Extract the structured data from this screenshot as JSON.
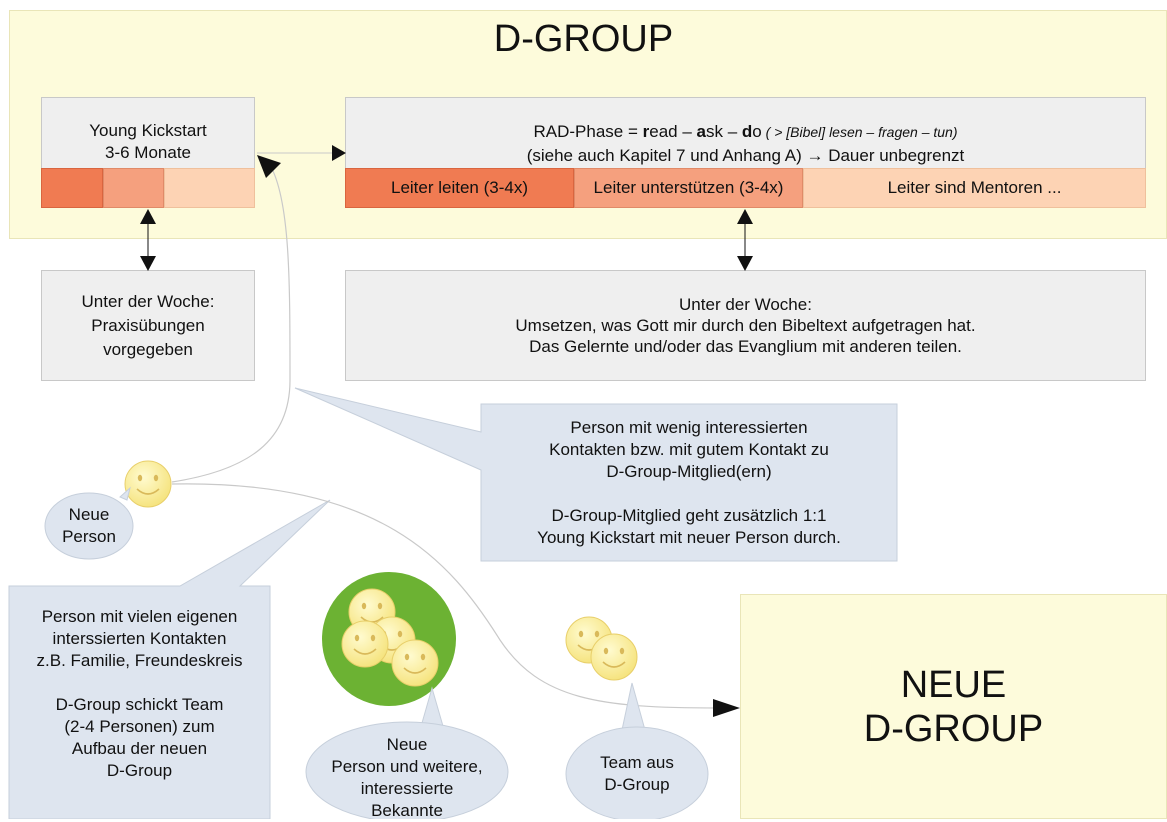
{
  "title": "D-GROUP",
  "young_kickstart": {
    "line1": "Young Kickstart",
    "line2": "3-6 Monate"
  },
  "rad_phase": {
    "line1_prefix": "RAD-Phase = ",
    "read_bold": "r",
    "read_rest": "ead",
    "dash1": " – ",
    "ask_bold": "a",
    "ask_rest": "sk",
    "dash2": " – ",
    "do_bold": "d",
    "do_rest": "o",
    "italic": " ( > [Bibel] lesen – fragen – tun)",
    "line2": "(siehe auch Kapitel 7 und Anhang A) → Dauer unbegrenzt",
    "segments": [
      "Leiter leiten (3-4x)",
      "Leiter unterstützen (3-4x)",
      "Leiter sind Mentoren ..."
    ]
  },
  "colors": {
    "dark_orange": "#f07b52",
    "mid_orange": "#f5a07e",
    "light_orange": "#fdd3b4",
    "yellow_bg": "#fdfbdb",
    "blue_box": "#dee5ef",
    "green_circle": "#6cb233"
  },
  "woche_left": {
    "line1": "Unter der Woche:",
    "line2": "Praxisübungen",
    "line3": "vorgegeben"
  },
  "woche_right": {
    "line1": "Unter der Woche:",
    "line2": "Umsetzen, was Gott mir durch den Bibeltext aufgetragen hat.",
    "line3": "Das Gelernte und/oder das Evanglium mit anderen teilen."
  },
  "callout_wenig": {
    "line1": "Person mit wenig interessierten",
    "line2": "Kontakten bzw. mit gutem Kontakt zu",
    "line3": "D-Group-Mitglied(ern)",
    "line4": "D-Group-Mitglied geht zusätzlich 1:1",
    "line5": "Young Kickstart mit neuer Person durch."
  },
  "callout_vielen": {
    "line1": "Person mit vielen eigenen",
    "line2": "interssierten Kontakten",
    "line3": "z.B. Familie, Freundeskreis",
    "line4": "D-Group schickt Team",
    "line5": "(2-4 Personen) zum",
    "line6": "Aufbau der neuen",
    "line7": "D-Group"
  },
  "neue_person": {
    "line1": "Neue",
    "line2": "Person"
  },
  "neue_person_weitere": {
    "line1": "Neue",
    "line2": "Person und weitere,",
    "line3": "interessierte",
    "line4": "Bekannte"
  },
  "team": {
    "line1": "Team aus",
    "line2": "D-Group"
  },
  "neue_dgroup": {
    "line1": "NEUE",
    "line2": "D-GROUP"
  },
  "icons": [
    "smiley-icon",
    "arrow-icon"
  ]
}
